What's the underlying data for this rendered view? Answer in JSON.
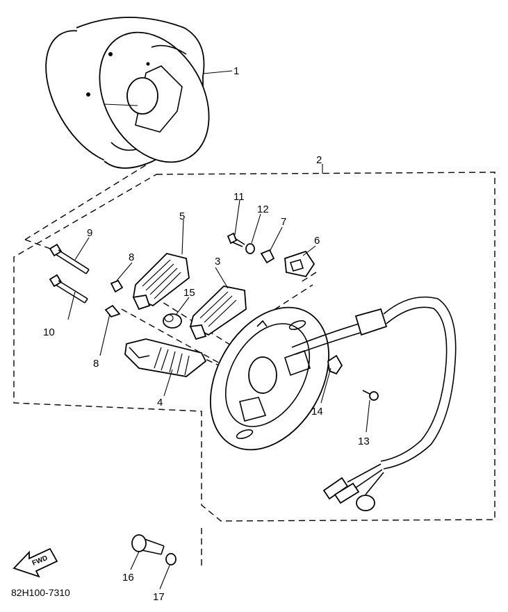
{
  "callouts": {
    "c1": "1",
    "c2": "2",
    "c3": "3",
    "c4": "4",
    "c5": "5",
    "c6": "6",
    "c7": "7",
    "c8a": "8",
    "c8b": "8",
    "c9": "9",
    "c10": "10",
    "c11": "11",
    "c12": "12",
    "c13": "13",
    "c14": "14",
    "c15": "15",
    "c16": "16",
    "c17": "17"
  },
  "fwd_label": "FWD",
  "diagram_code": "82H100-7310"
}
